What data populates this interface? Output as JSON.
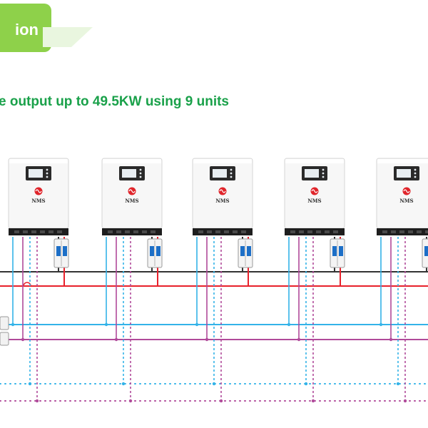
{
  "header": {
    "tab_label": "ion",
    "headline": "e output up to 49.5KW using 9 units"
  },
  "inverter": {
    "brand": "NMS",
    "count_visible": 5
  },
  "colors": {
    "accent_green": "#8ed14a",
    "headline_green": "#1aa14a",
    "red_bus": "#e8212b",
    "dark_bus": "#333333",
    "blue_bus": "#33b3e8",
    "purple_bus": "#b04a9a",
    "logo_red": "#e0252b",
    "breaker_blue": "#1d6fc7"
  }
}
